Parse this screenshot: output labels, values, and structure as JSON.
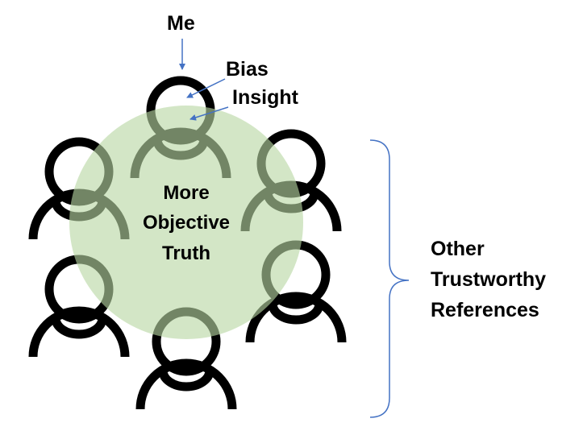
{
  "labels": {
    "me": "Me",
    "bias": "Bias",
    "insight": "Insight",
    "center_line1": "More",
    "center_line2": "Objective",
    "center_line3": "Truth",
    "others_line1": "Other",
    "others_line2": "Trustworthy",
    "others_line3": "References"
  },
  "colors": {
    "person_stroke": "#000000",
    "circle_fill": "#b8d7a3",
    "arrow": "#4472c4",
    "brace": "#4472c4"
  },
  "icons": [
    "person-icon"
  ]
}
